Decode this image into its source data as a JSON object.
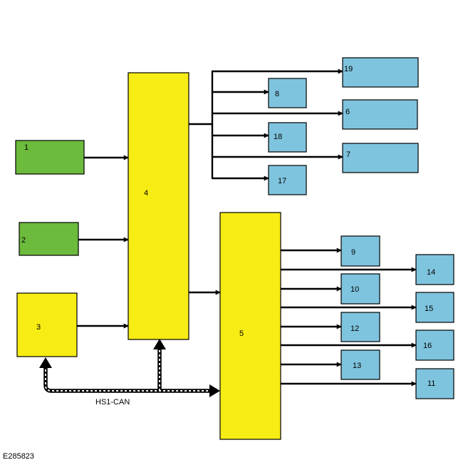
{
  "diagram": {
    "boxes": {
      "b1": "1",
      "b2": "2",
      "b3": "3",
      "b4": "4",
      "b5": "5",
      "b6": "6",
      "b7": "7",
      "b8": "8",
      "b9": "9",
      "b10": "10",
      "b11": "11",
      "b12": "12",
      "b13": "13",
      "b14": "14",
      "b15": "15",
      "b16": "16",
      "b17": "17",
      "b18": "18",
      "b19": "19"
    },
    "bus_label": "HS1-CAN",
    "figure_id": "E285823",
    "colors": {
      "green": "#6cbb3c",
      "yellow": "#f7ec13",
      "blue": "#7fc4de"
    }
  }
}
